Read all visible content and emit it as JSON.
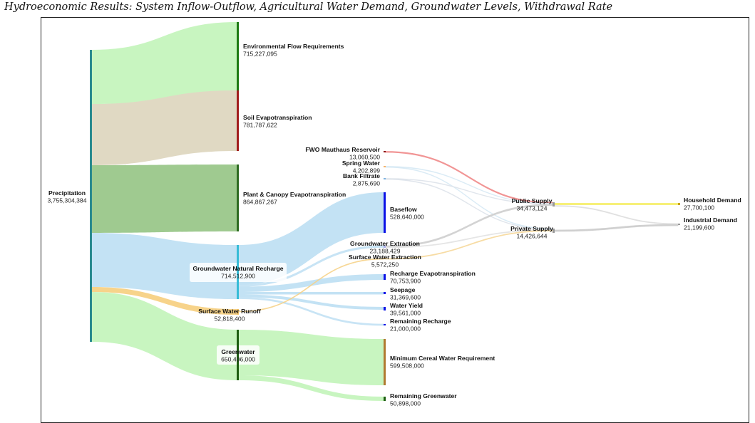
{
  "title": "Hydroeconomic Results: System Inflow-Outflow, Agricultural Water Demand, Groundwater Levels, Withdrawal Rate",
  "chart_data": {
    "type": "sankey",
    "title": "Hydroeconomic Results: System Inflow-Outflow, Agricultural Water Demand, Groundwater Levels, Withdrawal Rate",
    "nodes": [
      {
        "id": "precip",
        "name": "Precipitation",
        "value": "3,755,304,384",
        "color": "#2a8a8f"
      },
      {
        "id": "env",
        "name": "Environmental Flow Requirements",
        "value": "715,227,095",
        "color": "#1e7a14"
      },
      {
        "id": "soil",
        "name": "Soil Evapotranspiration",
        "value": "781,787,622",
        "color": "#a11d1d"
      },
      {
        "id": "plant",
        "name": "Plant & Canopy Evapotranspiration",
        "value": "864,867,267",
        "color": "#2e6b22"
      },
      {
        "id": "gwnr",
        "name": "Groundwater Natural Recharge",
        "value": "714,512,900",
        "color": "#36bcd6"
      },
      {
        "id": "runoff",
        "name": "Surface Water Runoff",
        "value": "52,818,400",
        "color": "#f5c46a"
      },
      {
        "id": "green",
        "name": "Greenwater",
        "value": "650,406,000",
        "color": "#1e5e12"
      },
      {
        "id": "fwo",
        "name": "FWO Mauthaus Reservoir",
        "value": "13,060,500",
        "color": "#8b0000"
      },
      {
        "id": "spring",
        "name": "Spring Water",
        "value": "4,202,899",
        "color": "#f5b36a"
      },
      {
        "id": "bank",
        "name": "Bank Filtrate",
        "value": "2,875,690",
        "color": "#7fb3e0"
      },
      {
        "id": "baseflow",
        "name": "Baseflow",
        "value": "528,640,000",
        "color": "#0a12e6"
      },
      {
        "id": "gwext",
        "name": "Groundwater Extraction",
        "value": "23,188,429",
        "color": "#b0b0ee"
      },
      {
        "id": "swext",
        "name": "Surface Water Extraction",
        "value": "5,572,250",
        "color": "#f5c46a"
      },
      {
        "id": "rechevap",
        "name": "Recharge Evapotranspiration",
        "value": "70,753,900",
        "color": "#0a12e6"
      },
      {
        "id": "seepage",
        "name": "Seepage",
        "value": "31,369,600",
        "color": "#0a12e6"
      },
      {
        "id": "yield",
        "name": "Water Yield",
        "value": "39,561,000",
        "color": "#0a12e6"
      },
      {
        "id": "remrech",
        "name": "Remaining Recharge",
        "value": "21,000,000",
        "color": "#0a12e6"
      },
      {
        "id": "cereal",
        "name": "Minimum Cereal Water Requirement",
        "value": "599,508,000",
        "color": "#b07a30"
      },
      {
        "id": "remgreen",
        "name": "Remaining Greenwater",
        "value": "50,898,000",
        "color": "#1e5e12"
      },
      {
        "id": "public",
        "name": "Public Supply",
        "value": "34,473,124",
        "color": "#999999"
      },
      {
        "id": "private",
        "name": "Private Supply",
        "value": "14,426,644",
        "color": "#999999"
      },
      {
        "id": "household",
        "name": "Household Demand",
        "value": "27,700,100",
        "color": "#c9a400"
      },
      {
        "id": "industrial",
        "name": "Industrial Demand",
        "value": "21,199,600",
        "color": "#999999"
      }
    ],
    "links": [
      {
        "source": "precip",
        "target": "env",
        "value": 715227095,
        "color": "#c8f5c0"
      },
      {
        "source": "precip",
        "target": "soil",
        "value": 781787622,
        "color": "#e0d9c3"
      },
      {
        "source": "precip",
        "target": "plant",
        "value": 864867267,
        "color": "#9fca90"
      },
      {
        "source": "precip",
        "target": "gwnr",
        "value": 714512900,
        "color": "#c3e2f4"
      },
      {
        "source": "precip",
        "target": "runoff",
        "value": 52818400,
        "color": "#f7d38a"
      },
      {
        "source": "precip",
        "target": "green",
        "value": 650406000,
        "color": "#c8f5c0"
      },
      {
        "source": "gwnr",
        "target": "baseflow",
        "value": 528640000,
        "color": "#c3e2f4"
      },
      {
        "source": "gwnr",
        "target": "gwext",
        "value": 23188429,
        "color": "#c3e2f4"
      },
      {
        "source": "gwnr",
        "target": "rechevap",
        "value": 70753900,
        "color": "#c3e2f4"
      },
      {
        "source": "gwnr",
        "target": "seepage",
        "value": 31369600,
        "color": "#c3e2f4"
      },
      {
        "source": "gwnr",
        "target": "yield",
        "value": 39561000,
        "color": "#c3e2f4"
      },
      {
        "source": "gwnr",
        "target": "remrech",
        "value": 21000000,
        "color": "#c3e2f4"
      },
      {
        "source": "runoff",
        "target": "swext",
        "value": 5572250,
        "color": "#f7d38a"
      },
      {
        "source": "green",
        "target": "cereal",
        "value": 599508000,
        "color": "#c8f5c0"
      },
      {
        "source": "green",
        "target": "remgreen",
        "value": 50898000,
        "color": "#c8f5c0"
      },
      {
        "source": "fwo",
        "target": "public",
        "value": 13060500,
        "color": "#f08a8a"
      },
      {
        "source": "spring",
        "target": "public",
        "value": 2100000,
        "color": "#d6e9f5"
      },
      {
        "source": "spring",
        "target": "private",
        "value": 2102899,
        "color": "#d6e9f5"
      },
      {
        "source": "bank",
        "target": "public",
        "value": 1437845,
        "color": "#dde3ea"
      },
      {
        "source": "bank",
        "target": "private",
        "value": 1437845,
        "color": "#dde3ea"
      },
      {
        "source": "gwext",
        "target": "public",
        "value": 17874779,
        "color": "#cfcfcf"
      },
      {
        "source": "gwext",
        "target": "private",
        "value": 5313650,
        "color": "#e3e3e3"
      },
      {
        "source": "swext",
        "target": "private",
        "value": 5572250,
        "color": "#f7d99c"
      },
      {
        "source": "public",
        "target": "household",
        "value": 27700100,
        "color": "#f7f07a"
      },
      {
        "source": "public",
        "target": "industrial",
        "value": 6773024,
        "color": "#dddddd"
      },
      {
        "source": "private",
        "target": "industrial",
        "value": 14426576,
        "color": "#cccccc"
      }
    ]
  }
}
